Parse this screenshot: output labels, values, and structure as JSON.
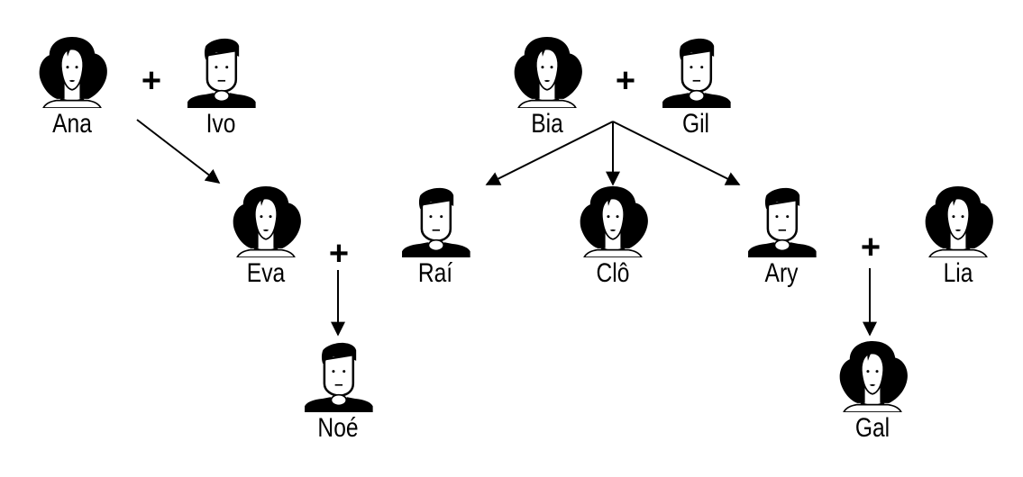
{
  "people": {
    "ana": {
      "name": "Ana",
      "gender": "female"
    },
    "ivo": {
      "name": "Ivo",
      "gender": "male"
    },
    "bia": {
      "name": "Bia",
      "gender": "female"
    },
    "gil": {
      "name": "Gil",
      "gender": "male"
    },
    "eva": {
      "name": "Eva",
      "gender": "female"
    },
    "rai": {
      "name": "Raí",
      "gender": "male"
    },
    "clo": {
      "name": "Clô",
      "gender": "female"
    },
    "ary": {
      "name": "Ary",
      "gender": "male"
    },
    "lia": {
      "name": "Lia",
      "gender": "female"
    },
    "noe": {
      "name": "Noé",
      "gender": "male"
    },
    "gal": {
      "name": "Gal",
      "gender": "female"
    }
  },
  "couples": [
    {
      "partners": [
        "ana",
        "ivo"
      ],
      "symbol": "+"
    },
    {
      "partners": [
        "bia",
        "gil"
      ],
      "symbol": "+"
    },
    {
      "partners": [
        "eva",
        "rai"
      ],
      "symbol": "+"
    },
    {
      "partners": [
        "ary",
        "lia"
      ],
      "symbol": "+"
    }
  ],
  "relations": [
    {
      "from": "ana",
      "to": "eva"
    },
    {
      "from": "bia-gil",
      "to": "rai"
    },
    {
      "from": "bia-gil",
      "to": "clo"
    },
    {
      "from": "bia-gil",
      "to": "ary"
    },
    {
      "from": "eva-rai",
      "to": "noe"
    },
    {
      "from": "ary-lia",
      "to": "gal"
    }
  ],
  "colors": {
    "ink": "#000000",
    "face": "#ffffff",
    "background": "#ffffff"
  },
  "icons": {
    "female": "woman-portrait-icon",
    "male": "man-portrait-icon"
  }
}
